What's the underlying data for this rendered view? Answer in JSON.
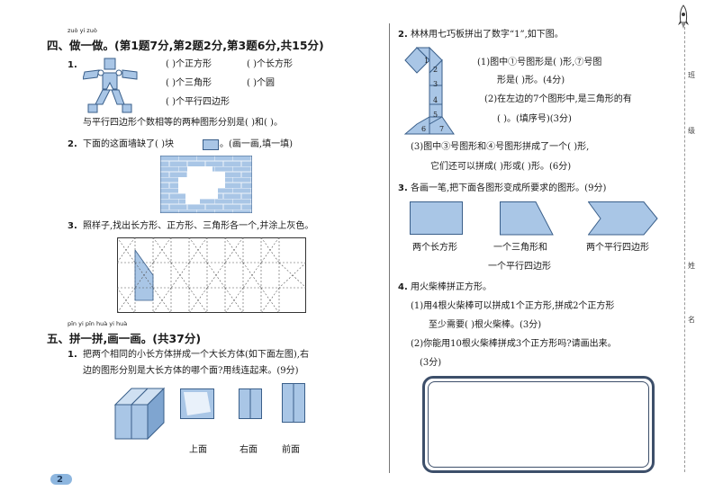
{
  "section4": {
    "pinyin": "zuò yi zuò",
    "title": "四、做一做。(第1题7分,第2题2分,第3题6分,共15分)",
    "q1": {
      "num": "1.",
      "b1": "(       )个正方形",
      "b2": "(      )个长方形",
      "b3": "(       )个三角形",
      "b4": "(      )个圆",
      "b5": "(       )个平行四边形",
      "line": "与平行四边形个数相等的两种图形分别是(          )和(        )。"
    },
    "q2": {
      "num": "2.",
      "text": "下面的这面墙缺了(         )块",
      "tail": "。(画一画,填一填)"
    },
    "q3": {
      "num": "3.",
      "text": "照样子,找出长方形、正方形、三角形各一个,并涂上灰色。"
    }
  },
  "section5": {
    "pinyin": "pīn yi pīn   huà yi huà",
    "title": "五、拼一拼,画一画。(共37分)",
    "q1": {
      "num": "1.",
      "line1": "把两个相同的小长方体拼成一个大长方体(如下面左图),右",
      "line2": "边的图形分别是大长方体的哪个面?用线连起来。(9分)",
      "labels": [
        "上面",
        "右面",
        "前面"
      ]
    }
  },
  "right": {
    "q2": {
      "num": "2.",
      "title": "林林用七巧板拼出了数字“1”,如下图。",
      "p1a": "(1)图中①号图形是(          )形,⑦号图",
      "p1b": "形是(          )形。(4分)",
      "p2a": "(2)在左边的7个图形中,是三角形的有",
      "p2b": "(                          )。(填序号)(3分)",
      "p3a": "(3)图中③号图形和④号图形拼成了一个(                )形,",
      "p3b": "它们还可以拼成(          )形或(          )形。(6分)",
      "pieces": [
        "1",
        "2",
        "3",
        "4",
        "5",
        "6",
        "7"
      ]
    },
    "q3": {
      "num": "3.",
      "title": "各画一笔,把下面各图形变成所要求的图形。(9分)",
      "c1": "两个长方形",
      "c2a": "一个三角形和",
      "c2b": "一个平行四边形",
      "c3": "两个平行四边形"
    },
    "q4": {
      "num": "4.",
      "title": "用火柴棒拼正方形。",
      "p1a": "(1)用4根火柴棒可以拼成1个正方形,拼成2个正方形",
      "p1b": "至少需要(      )根火柴棒。(3分)",
      "p2a": "(2)你能用10根火柴棒拼成3个正方形吗?请画出来。",
      "p2b": "(3分)"
    }
  },
  "page_number": "2",
  "binding": [
    "班",
    "级",
    "姓",
    "名"
  ],
  "colors": {
    "fill": "#a9c6e6",
    "stroke": "#3a5f8a",
    "frame": "#3d4f6a"
  }
}
